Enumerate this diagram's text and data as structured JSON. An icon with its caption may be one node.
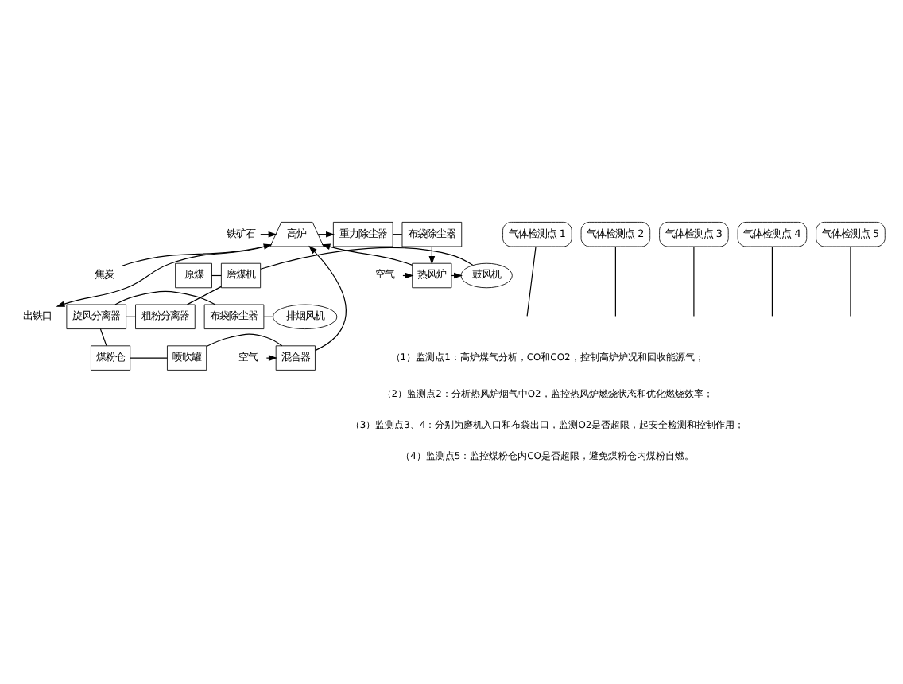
{
  "diagram": {
    "nodes": [
      {
        "text": [
          "高炉"
        ]
      },
      {
        "text": [
          "重力除尘器"
        ]
      },
      {
        "text": [
          "布袋除尘器"
        ]
      },
      {
        "text": [
          "热风炉"
        ]
      },
      {
        "text": [
          "鼓风机"
        ]
      },
      {
        "text": [
          "原煤"
        ]
      },
      {
        "text": [
          "粗粉分离器"
        ]
      },
      {
        "text": [
          "磨煤机"
        ]
      },
      {
        "text": [
          "旋风分离器"
        ]
      },
      {
        "text": [
          "布袋除尘器"
        ]
      },
      {
        "text": [
          "排烟风机"
        ]
      },
      {
        "text": [
          "煤粉仓"
        ]
      },
      {
        "text": [
          "喷吹罐"
        ]
      },
      {
        "text": [
          "混合器"
        ]
      },
      {
        "text": [
          "气体检测点 1"
        ]
      },
      {
        "text": [
          "气体检测点 2"
        ]
      },
      {
        "text": [
          "气体检测点 3"
        ]
      },
      {
        "text": [
          "气体检测点 4"
        ]
      },
      {
        "text": [
          "气体检测点 5"
        ]
      },
      {
        "text": [
          "铁矿石"
        ]
      },
      {
        "text": [
          "焦炭"
        ]
      },
      {
        "text": [
          "出铁口"
        ]
      },
      {
        "text": [
          "空气"
        ]
      },
      {
        "text": [
          "空气"
        ]
      }
    ],
    "edges": [
      {
        "from": 19,
        "to": 0,
        "arrow": "to"
      },
      {
        "from": 20,
        "to": 0,
        "arrow": "to"
      },
      {
        "from": 0,
        "to": 21,
        "arrow": "to"
      },
      {
        "from": 0,
        "to": 1,
        "arrow": "to"
      },
      {
        "from": 1,
        "to": 2,
        "arrow": "none"
      },
      {
        "from": 2,
        "to": 3,
        "arrow": "to"
      },
      {
        "from": 22,
        "to": 3,
        "arrow": "to"
      },
      {
        "from": 3,
        "to": 0,
        "arrow": "to"
      },
      {
        "from": 3,
        "to": 4,
        "arrow": "to"
      },
      {
        "from": 4,
        "to": 7,
        "arrow": "none"
      },
      {
        "from": 5,
        "to": 7,
        "arrow": "none"
      },
      {
        "from": 7,
        "to": 6,
        "arrow": "none"
      },
      {
        "from": 6,
        "to": 8,
        "arrow": "none"
      },
      {
        "from": 8,
        "to": 9,
        "arrow": "none"
      },
      {
        "from": 9,
        "to": 10,
        "arrow": "none"
      },
      {
        "from": 8,
        "to": 11,
        "arrow": "none"
      },
      {
        "from": 11,
        "to": 12,
        "arrow": "none"
      },
      {
        "from": 12,
        "to": 13,
        "arrow": "none"
      },
      {
        "from": 23,
        "to": 13,
        "arrow": "to"
      },
      {
        "from": 13,
        "to": 0,
        "arrow": "to"
      },
      {
        "from": 14,
        "to": null,
        "arrow": "none"
      },
      {
        "from": 15,
        "to": null,
        "arrow": "none"
      },
      {
        "from": 16,
        "to": null,
        "arrow": "none"
      },
      {
        "from": 17,
        "to": null,
        "arrow": "none"
      },
      {
        "from": 18,
        "to": null,
        "arrow": "none"
      }
    ],
    "labels": [
      "（1）监测点1：高炉煤气分析，CO和CO2，控制高炉炉况和回收能源气；",
      "（2）监测点2：分析热风炉烟气中O2，监控热风炉燃烧状态和优化燃烧效率；",
      "（3）监测点3、4：分别为磨机入口和布袋出口，监测O2是否超限，起安全检测和控制作用；",
      "（4）监测点5：监控煤粉仓内CO是否超限，避免煤粉仓内煤粉自燃。"
    ]
  }
}
